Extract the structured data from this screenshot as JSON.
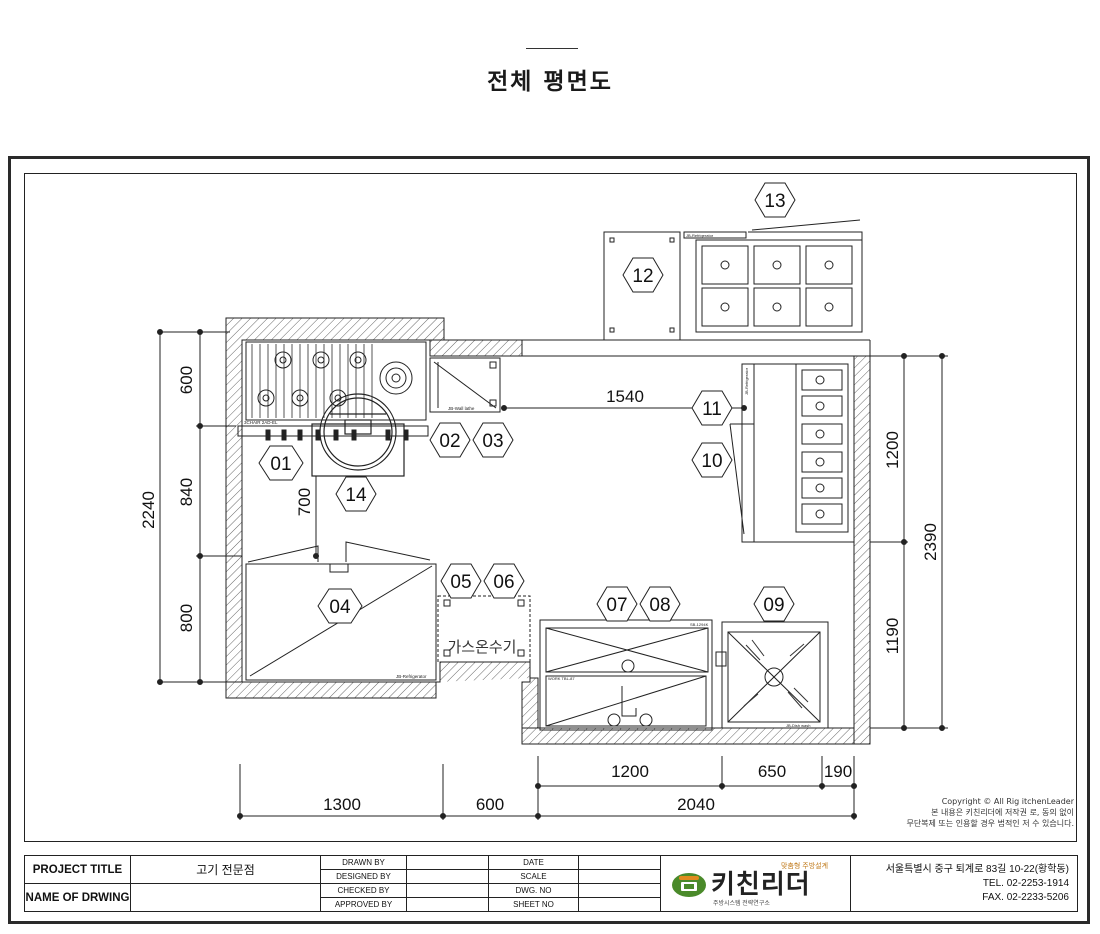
{
  "header": {
    "title": "전체 평면도"
  },
  "plan": {
    "equipment_tags": [
      "01",
      "02",
      "03",
      "04",
      "05",
      "06",
      "07",
      "08",
      "09",
      "10",
      "11",
      "12",
      "13",
      "14"
    ],
    "dims_left_segments": [
      "600",
      "840",
      "800"
    ],
    "dim_left_total": "2240",
    "dim_700": "700",
    "dim_1540": "1540",
    "dims_right_segments": [
      "1200",
      "1190"
    ],
    "dim_right_total": "2390",
    "dims_bottom_upper": [
      "1200",
      "650",
      "190"
    ],
    "dims_bottom_lower": [
      "1300",
      "600",
      "2040"
    ],
    "labels": {
      "gas_heater": "가스온수기",
      "range": "3CHAIR 2AD-EL",
      "wall_lathe": "JB-Wall lathe",
      "refrigerator_04": "JB-Refrigerator",
      "refrigerator_11": "JB-Refrigerator",
      "dish_wash": "JB-Dish wash",
      "refrigerator_12": "JB-Refrigerator",
      "sink_top": "SB-1294K",
      "sink_bottom": "WORK TBL-87"
    }
  },
  "copyright": {
    "line1": "Copyright © All Rig          itchenLeader",
    "line2": "본 내용은 키친리더에 저작권          로, 동의 없이",
    "line3": "무단복제 또는 인용할 경우 법적인 저          수 있습니다."
  },
  "title_block": {
    "project_title_label": "PROJECT TITLE",
    "project_title_value": "고기 전문점",
    "name_label": "NAME OF DRWING",
    "name_value": "",
    "drawn_by": "DRAWN BY",
    "designed_by": "DESIGNED BY",
    "checked_by": "CHECKED BY",
    "approved_by": "APPROVED BY",
    "date": "DATE",
    "scale": "SCALE",
    "dwg_no": "DWG. NO",
    "sheet_no": "SHEET NO",
    "logo_word": "키친리더",
    "logo_tag": "맞춤형 주방설계",
    "logo_sub": "주방시스템 전략연구소",
    "logo_colors": {
      "green": "#4a8a2a",
      "orange": "#e08a1e"
    },
    "address": "서울특별시 중구 퇴계로 83길 10-22(황학동)",
    "tel": "TEL. 02-2253-1914",
    "fax": "FAX. 02-2233-5206"
  }
}
